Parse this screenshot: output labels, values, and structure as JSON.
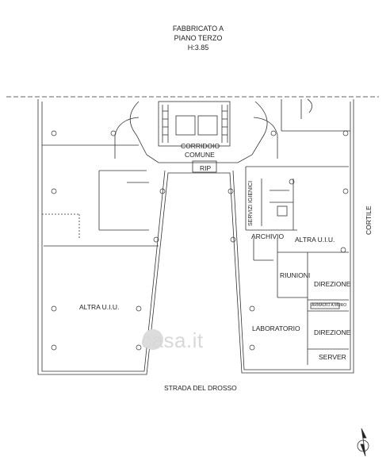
{
  "header": {
    "line1": "FABBRICATO A",
    "line2": "PIANO TERZO",
    "line3": "H:3.85"
  },
  "rooms": {
    "corridoio": "CORRIDOIO",
    "comune": "COMUNE",
    "rip": "RIP",
    "servizi_igienici": "SERVIZI IGIENICI",
    "archivio": "ARCHIVIO",
    "altra_uiu_right": "ALTRA U.I.U.",
    "altra_uiu_left": "ALTRA U.I.U.",
    "riunioni": "RIUNIONI",
    "direzione_1": "DIREZIONE",
    "direzione_2": "DIREZIONE",
    "armadio": "ARMADIO A MURO",
    "laboratorio": "LABORATORIO",
    "server": "SERVER",
    "cortile": "CORTILE"
  },
  "street": "STRADA DEL DROSSO",
  "watermark": "casa.it",
  "colors": {
    "line": "#333333",
    "watermark": "#d8d8d8"
  }
}
